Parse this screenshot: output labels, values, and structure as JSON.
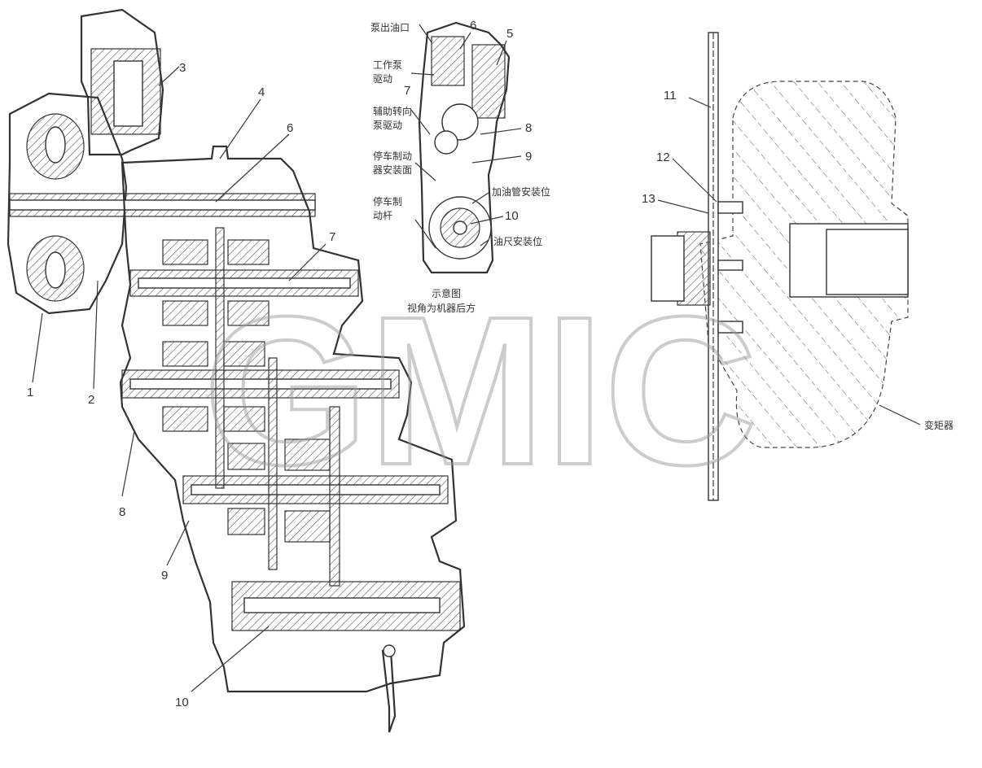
{
  "main_callouts": [
    "1",
    "2",
    "3",
    "4",
    "6",
    "7",
    "8",
    "9",
    "10"
  ],
  "inset": {
    "labels": {
      "pump_outlet": "泵出油口",
      "work_pump_drive_1": "工作泵",
      "work_pump_drive_2": "驱动",
      "aux_steer_1": "辅助转向",
      "aux_steer_2": "泵驱动",
      "park_brake_1": "停车制动",
      "park_brake_2": "器安装面",
      "park_lever_1": "停车制",
      "park_lever_2": "动杆",
      "fill_pipe": "加油管安装位",
      "dipstick": "油尺安装位",
      "caption_1": "示意图",
      "caption_2": "视角为机器后方"
    },
    "callouts": [
      "6",
      "5",
      "7",
      "8",
      "9",
      "10"
    ]
  },
  "right_view": {
    "callouts": [
      "11",
      "12",
      "13"
    ],
    "converter_label": "变矩器"
  },
  "watermark": {
    "text": "GMIC",
    "color": "#9a9a9a"
  }
}
